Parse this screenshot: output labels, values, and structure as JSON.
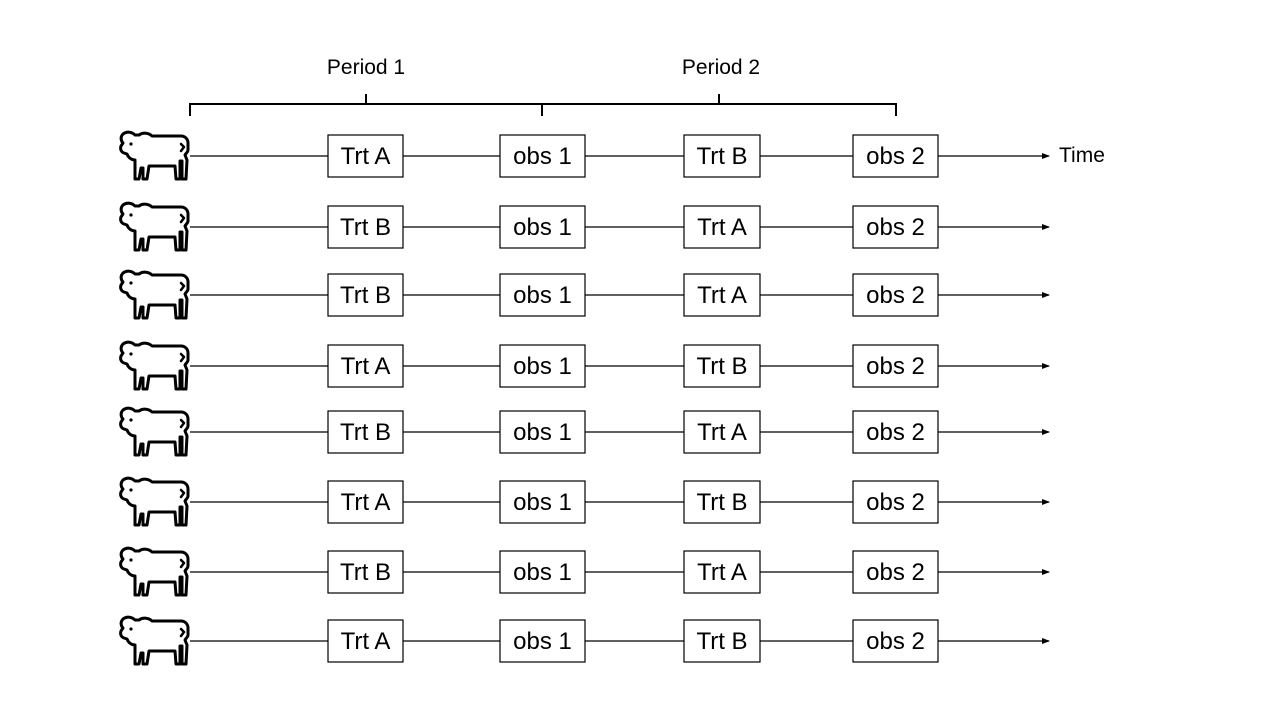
{
  "periods": [
    {
      "label": "Period 1"
    },
    {
      "label": "Period 2"
    }
  ],
  "axis": {
    "time_label": "Time"
  },
  "rows": [
    {
      "cells": [
        "Trt A",
        "obs 1",
        "Trt B",
        "obs 2"
      ]
    },
    {
      "cells": [
        "Trt B",
        "obs 1",
        "Trt A",
        "obs 2"
      ]
    },
    {
      "cells": [
        "Trt B",
        "obs 1",
        "Trt A",
        "obs 2"
      ]
    },
    {
      "cells": [
        "Trt A",
        "obs 1",
        "Trt B",
        "obs 2"
      ]
    },
    {
      "cells": [
        "Trt B",
        "obs 1",
        "Trt A",
        "obs 2"
      ]
    },
    {
      "cells": [
        "Trt A",
        "obs 1",
        "Trt B",
        "obs 2"
      ]
    },
    {
      "cells": [
        "Trt B",
        "obs 1",
        "Trt A",
        "obs 2"
      ]
    },
    {
      "cells": [
        "Trt A",
        "obs 1",
        "Trt B",
        "obs 2"
      ]
    }
  ],
  "icons": {
    "subject": "cow-icon"
  }
}
